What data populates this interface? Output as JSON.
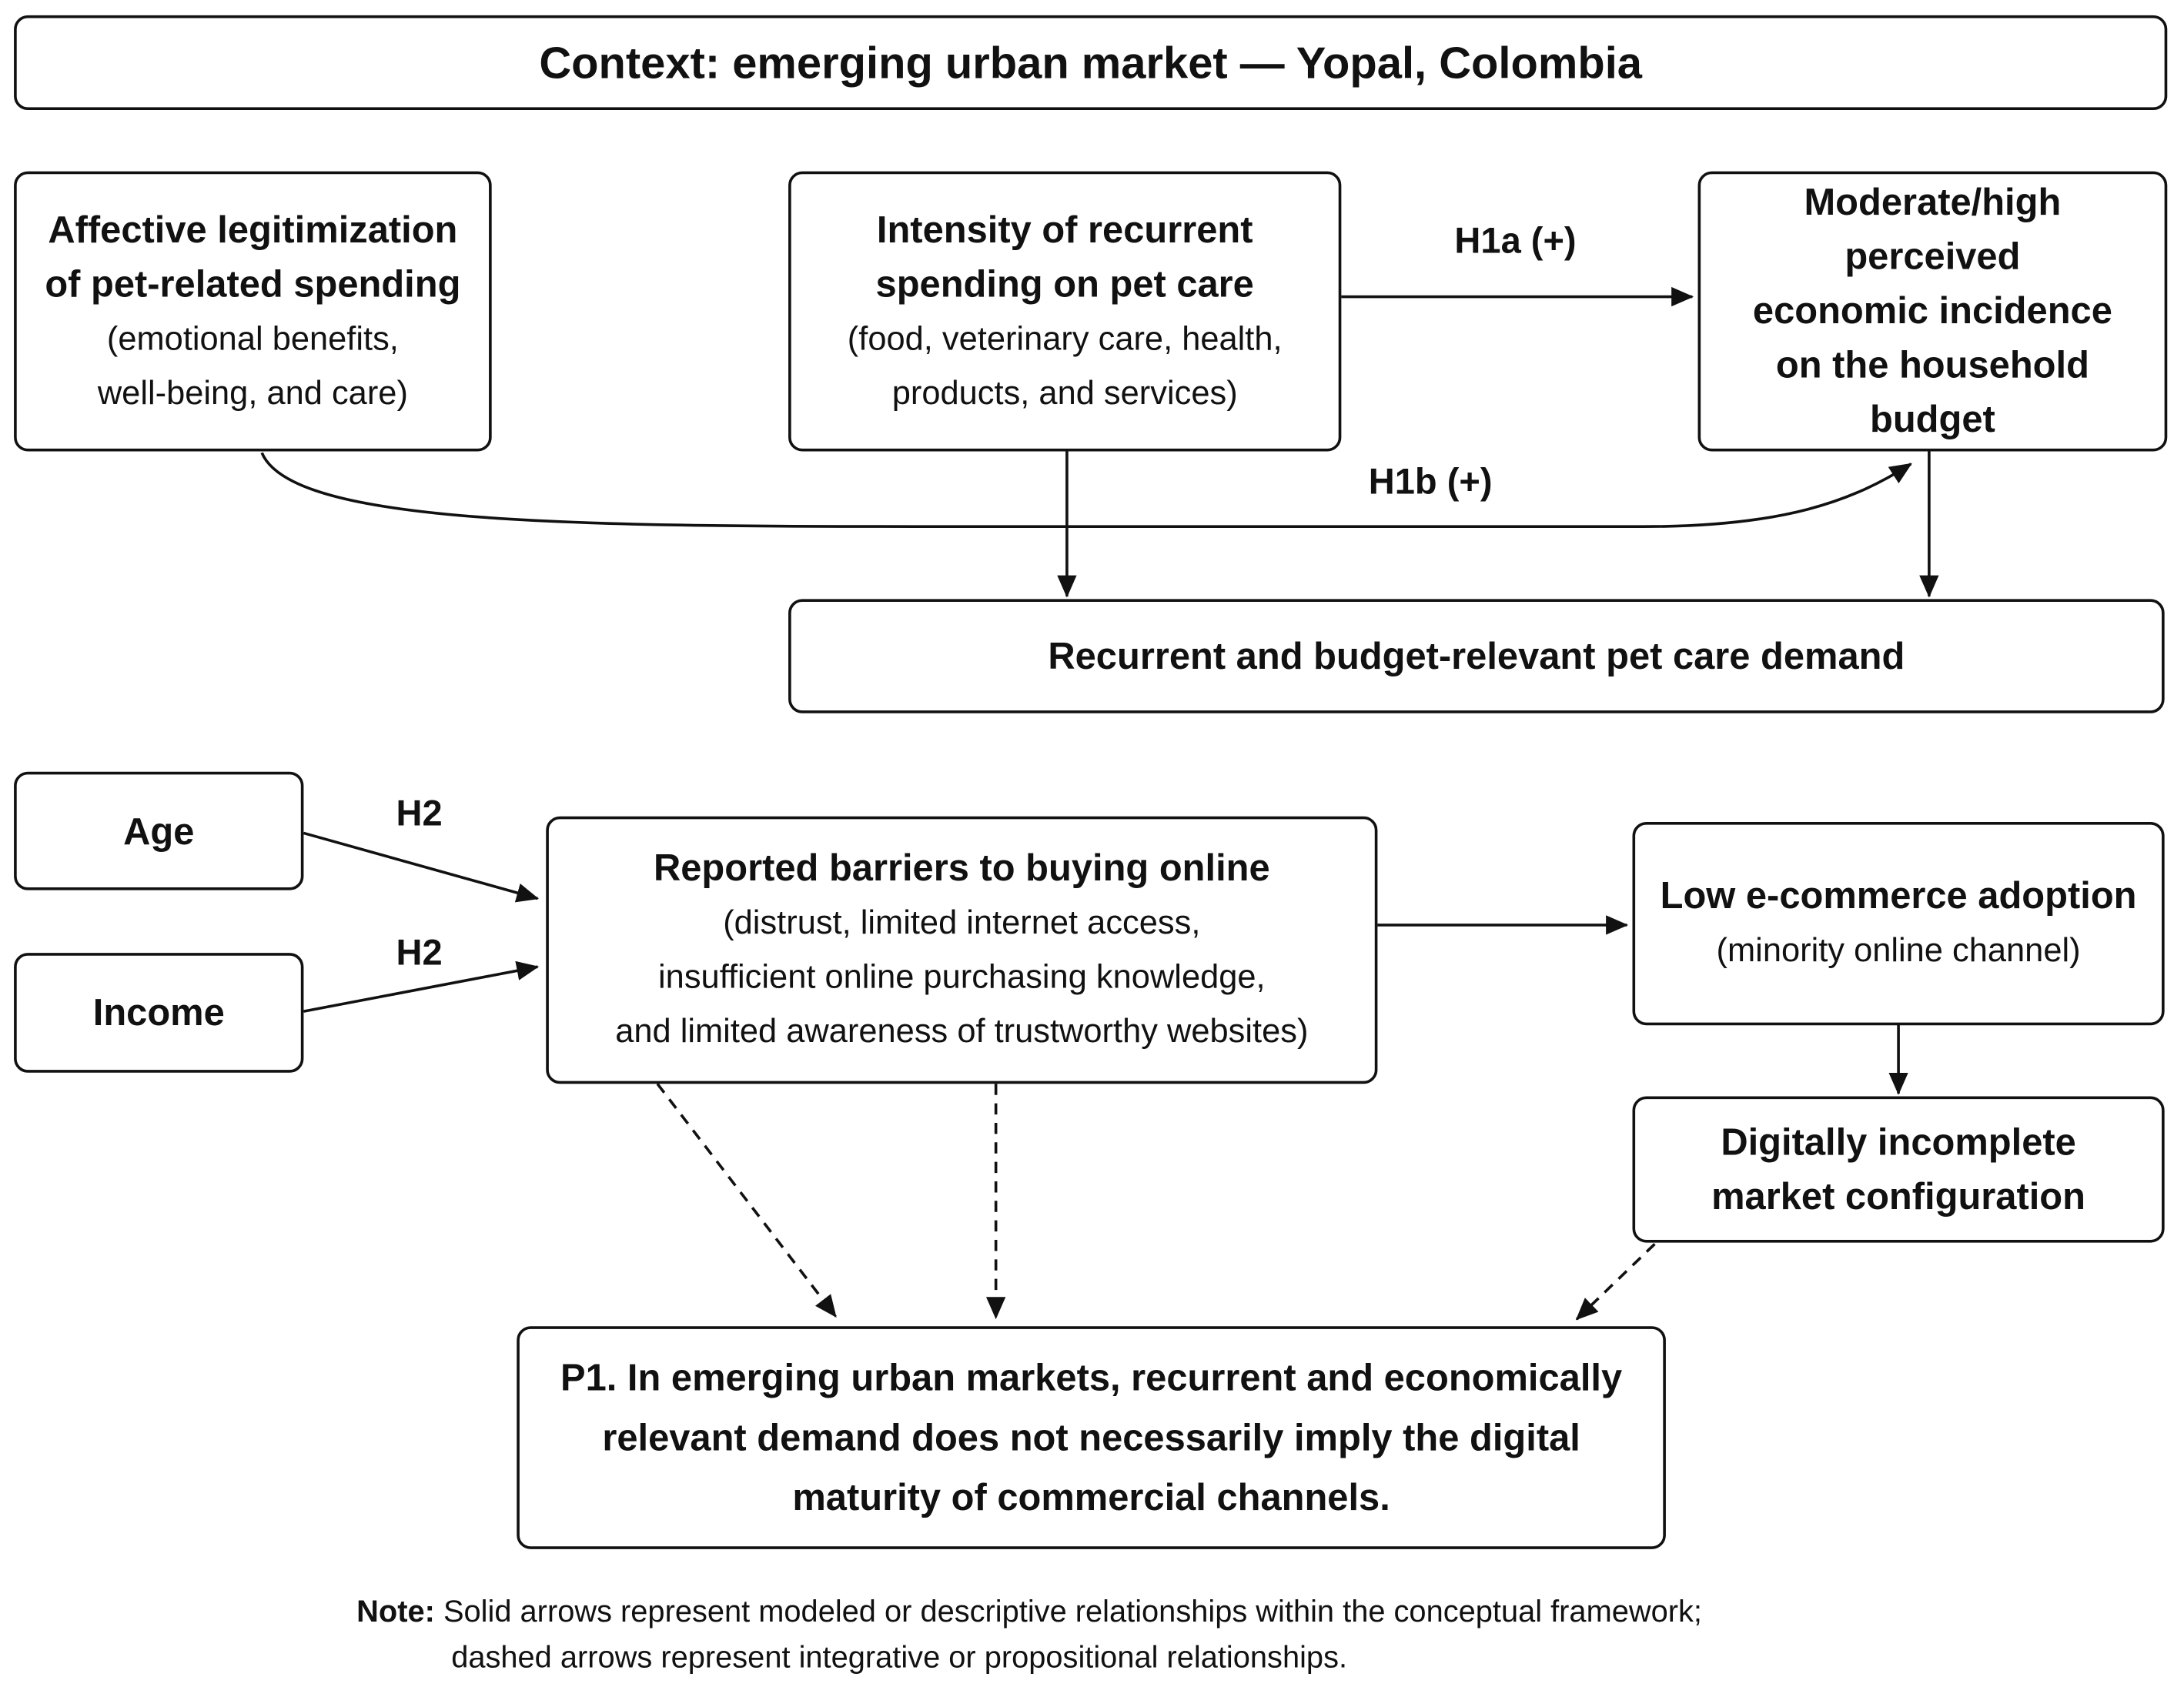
{
  "context": "Context: emerging urban market — Yopal, Colombia",
  "boxes": {
    "affective": {
      "title1": "Affective legitimization",
      "title2": "of pet-related spending",
      "sub1": "(emotional benefits,",
      "sub2": "well-being, and care)"
    },
    "intensity": {
      "title1": "Intensity of recurrent",
      "title2": "spending on pet care",
      "sub1": "(food, veterinary care, health,",
      "sub2": "products, and services)"
    },
    "incidence": {
      "line1": "Moderate/high perceived",
      "line2": "economic incidence",
      "line3": "on the household budget"
    },
    "demand": "Recurrent and budget-relevant pet care demand",
    "age": "Age",
    "income": "Income",
    "barriers": {
      "title": "Reported barriers to buying online",
      "sub1": "(distrust, limited internet access,",
      "sub2": "insufficient online purchasing knowledge,",
      "sub3": "and limited awareness of trustworthy websites)"
    },
    "lowadoption": {
      "title": "Low e-commerce adoption",
      "sub": "(minority online channel)"
    },
    "incomplete": {
      "line1": "Digitally incomplete",
      "line2": "market configuration"
    },
    "p1": {
      "line1": "P1. In emerging urban markets, recurrent and economically",
      "line2": "relevant demand does not necessarily imply the digital",
      "line3": "maturity of commercial channels."
    }
  },
  "labels": {
    "h1a": "H1a (+)",
    "h1b": "H1b (+)",
    "h2_age": "H2",
    "h2_income": "H2"
  },
  "note": {
    "head": "Note:",
    "line1": "Solid arrows represent modeled or descriptive relationships within the conceptual framework;",
    "line2": "dashed arrows represent integrative or propositional relationships."
  }
}
